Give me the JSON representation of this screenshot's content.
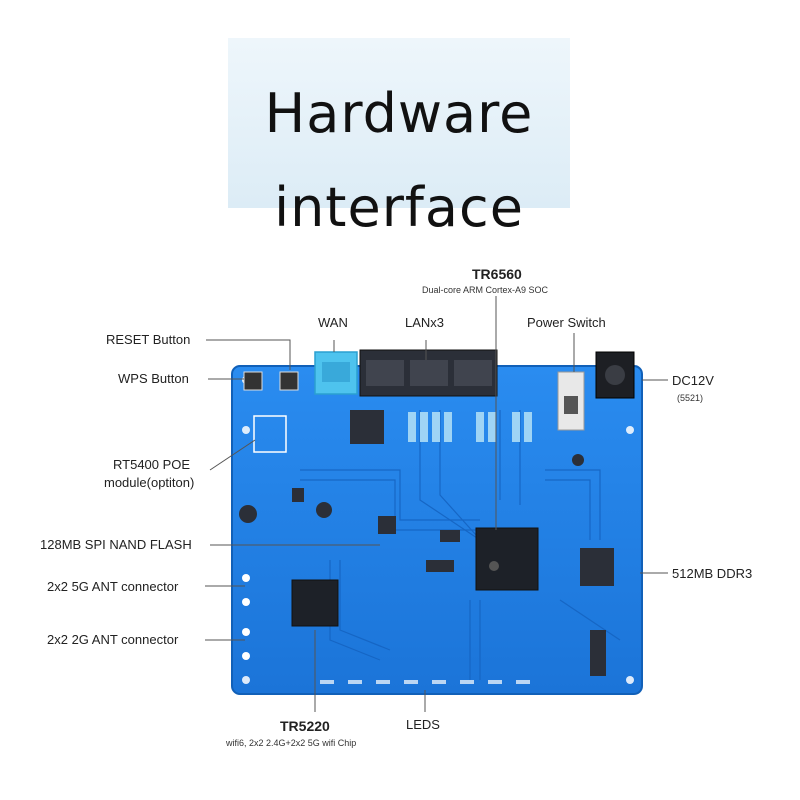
{
  "title": {
    "line1": "Hardware",
    "line2": "interface"
  },
  "labels": {
    "tr6560": "TR6560",
    "tr6560_sub": "Dual-core ARM Cortex-A9 SOC",
    "wan": "WAN",
    "lan": "LANx3",
    "power_switch": "Power Switch",
    "reset": "RESET Button",
    "wps": "WPS Button",
    "dc12v": "DC12V",
    "dc12v_sub": "(5521)",
    "poe_line1": "RT5400 POE",
    "poe_line2": "module(optiton)",
    "flash": "128MB SPI NAND FLASH",
    "ddr": "512MB DDR3",
    "ant5g": "2x2 5G ANT connector",
    "ant2g": "2x2 2G ANT connector",
    "tr5220": "TR5220",
    "tr5220_sub": "wifi6, 2x2 2.4G+2x2 5G wifi Chip",
    "leds": "LEDS"
  },
  "colors": {
    "board": "#1e7fe0",
    "board_dark": "#135fb8",
    "port_black": "#2b2f38",
    "wan_port": "#4ec3ee",
    "line": "#555555"
  }
}
